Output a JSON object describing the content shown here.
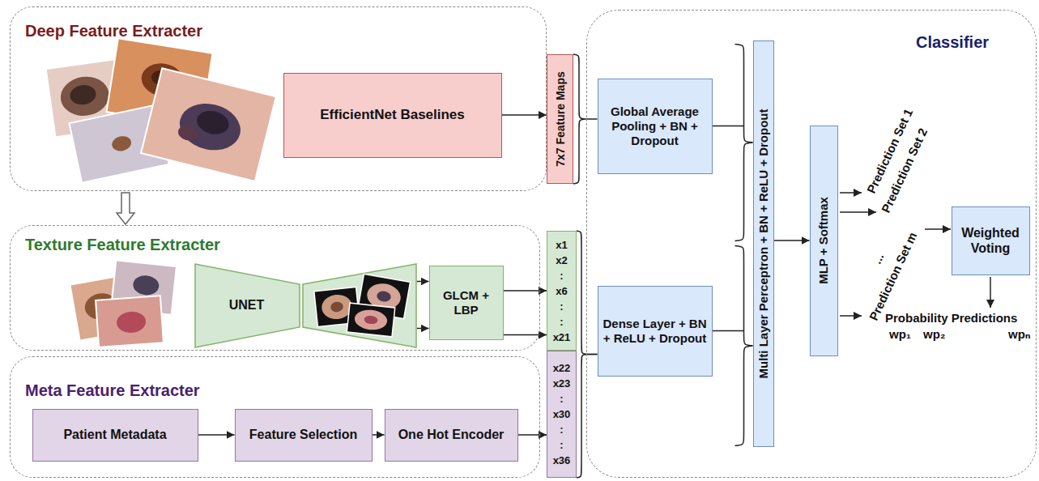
{
  "diagram": {
    "nodes": [
      {
        "text": [
          "Deep Feature Extracter"
        ]
      },
      {
        "text": [
          "EfficientNet Baselines"
        ],
        "in": 0
      },
      {
        "text": [
          "7x7 Feature Maps"
        ]
      },
      {
        "text": [
          "Texture Feature Extracter"
        ]
      },
      {
        "text": [
          "UNET"
        ],
        "in": 3
      },
      {
        "text": [
          "GLCM + LBP"
        ],
        "in": 3
      },
      {
        "text": [
          "x1 x2 : x6 : : x21"
        ]
      },
      {
        "text": [
          "Meta Feature Extracter"
        ]
      },
      {
        "text": [
          "Patient Metadata"
        ],
        "in": 7
      },
      {
        "text": [
          "Feature Selection"
        ],
        "in": 7
      },
      {
        "text": [
          "One Hot Encoder"
        ],
        "in": 7
      },
      {
        "text": [
          "x22 x23 : x30 : : x36"
        ]
      },
      {
        "text": [
          "Classifier"
        ]
      },
      {
        "text": [
          "Global Average Pooling + BN + Dropout"
        ],
        "in": 12
      },
      {
        "text": [
          "Dense Layer + BN + ReLU + Dropout"
        ],
        "in": 12
      },
      {
        "text": [
          "Multi Layer Perceptron + BN + ReLU + Dropout"
        ],
        "in": 12
      },
      {
        "text": [
          "MLP + Softmax"
        ],
        "in": 12
      },
      {
        "text": [
          "Weighted Voting"
        ],
        "in": 12
      }
    ],
    "edges": [
      {
        "from": 0,
        "to": 3,
        "arrow": "to"
      },
      {
        "from": 1,
        "to": 2,
        "arrow": "to"
      },
      {
        "from": 2,
        "to": 13,
        "arrow": "none"
      },
      {
        "from": 4,
        "to": 5,
        "arrow": "to"
      },
      {
        "from": 5,
        "to": 6,
        "arrow": "to"
      },
      {
        "from": 8,
        "to": 9,
        "arrow": "to"
      },
      {
        "from": 9,
        "to": 10,
        "arrow": "to"
      },
      {
        "from": 10,
        "to": 11,
        "arrow": "to"
      },
      {
        "from": 6,
        "to": 14,
        "arrow": "none"
      },
      {
        "from": 11,
        "to": 14,
        "arrow": "none"
      },
      {
        "from": 13,
        "to": 15,
        "arrow": "none"
      },
      {
        "from": 14,
        "to": 15,
        "arrow": "none"
      },
      {
        "from": 15,
        "to": 16,
        "arrow": "to"
      }
    ],
    "labels": [
      "Prediction Set 1",
      "Prediction Set 2",
      "...",
      "Prediction Set m",
      "Probability Predictions",
      "wp₁",
      "wp₂",
      "wpₙ"
    ]
  }
}
